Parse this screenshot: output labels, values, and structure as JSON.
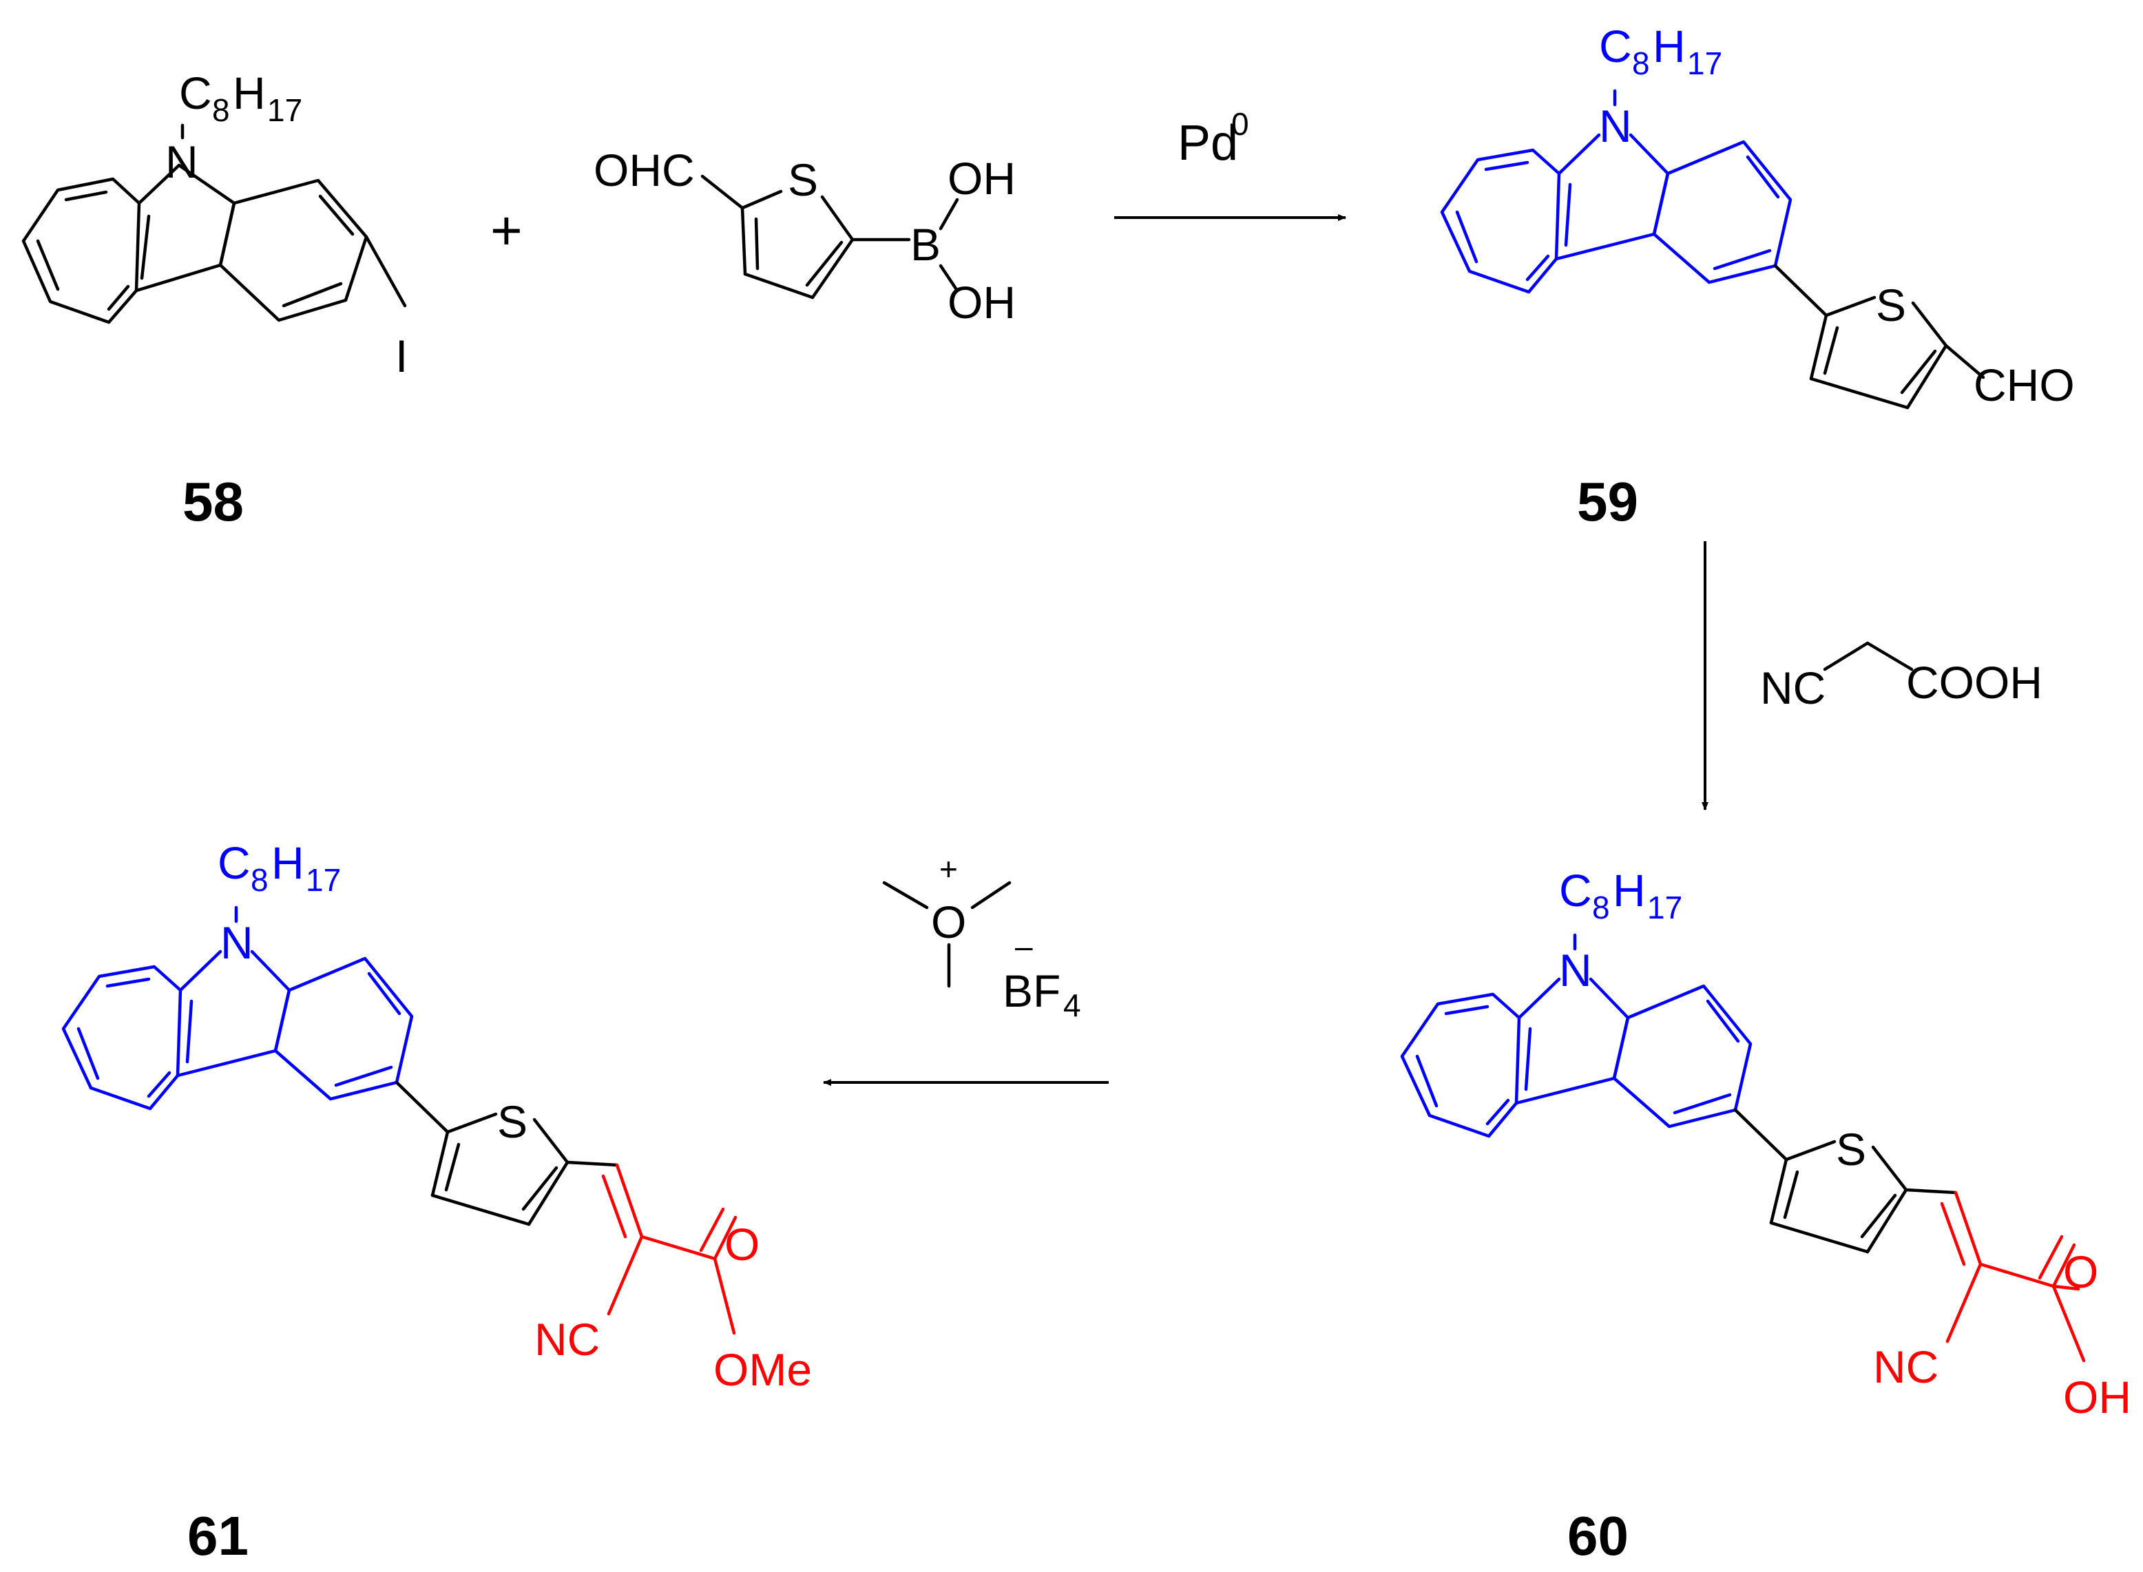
{
  "colors": {
    "ink": "#000000",
    "donor": "#0000ff",
    "acceptor": "#ff0000"
  },
  "compounds": {
    "c58": {
      "number": "58",
      "n": "N",
      "c": "C",
      "c_sub": "8",
      "h": "H",
      "h_sub": "17",
      "iodo": "I"
    },
    "reagent": {
      "cho": "OHC",
      "s": "S",
      "b": "B",
      "oh1": "OH",
      "oh2": "OH"
    },
    "c59": {
      "number": "59",
      "n": "N",
      "c": "C",
      "c_sub": "8",
      "h": "H",
      "h_sub": "17",
      "s": "S",
      "cho": "CHO"
    },
    "c60": {
      "number": "60",
      "n": "N",
      "c": "C",
      "c_sub": "8",
      "h": "H",
      "h_sub": "17",
      "s": "S",
      "nc": "NC",
      "o": "O",
      "oh": "OH"
    },
    "c61": {
      "number": "61",
      "n": "N",
      "c": "C",
      "c_sub": "8",
      "h": "H",
      "h_sub": "17",
      "s": "S",
      "nc": "NC",
      "o": "O",
      "ome": "OMe"
    }
  },
  "plus": "+",
  "step1": {
    "reagent": "Pd",
    "superscript": "0"
  },
  "step2": {
    "nc": "NC",
    "cooh": "COOH"
  },
  "step3": {
    "o": "O",
    "charge_plus": "+",
    "charge_minus": "–",
    "bf": "BF",
    "bf_sub": "4"
  }
}
